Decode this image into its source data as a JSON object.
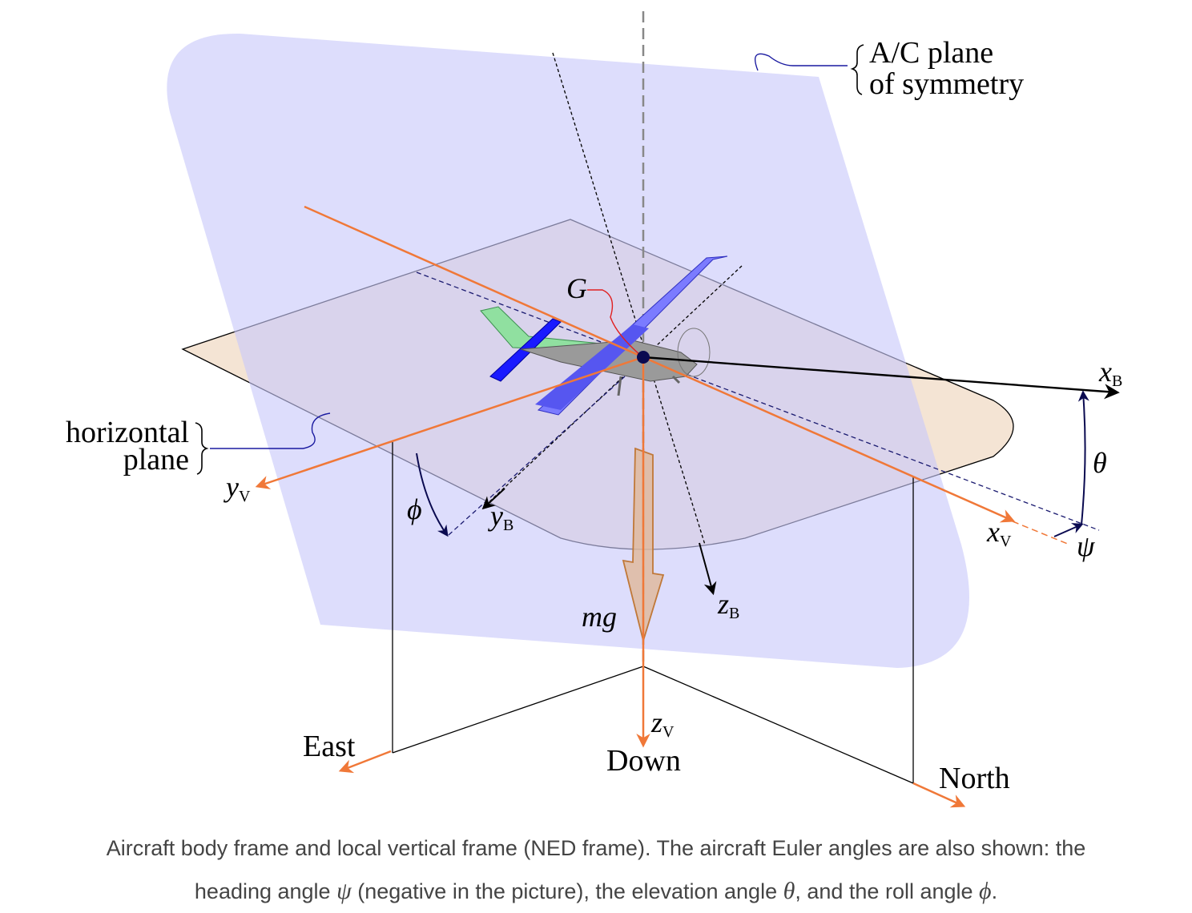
{
  "colors": {
    "symmetry_plane": "#dedefc",
    "horizontal_plane": "#f4e4d4",
    "vertical_frame_axes": "#f07838",
    "body_axes": "#000000",
    "wing": "#7b7bff",
    "tail_fin": "#90e0a0",
    "fuselage": "#9a9a9a",
    "weight_arrow_fill": "#e0b898",
    "weight_arrow_stroke": "#c07838",
    "pointer_line": "#1a1aa0",
    "cg_leader": "#e02020",
    "cg_point": "#0a0a50",
    "caption_text": "#444444"
  },
  "labels": {
    "symmetry_plane_line1": "A/C plane",
    "symmetry_plane_line2": "of symmetry",
    "horizontal_plane_line1": "horizontal",
    "horizontal_plane_line2": "plane",
    "cg": "G",
    "weight": "mg",
    "east": "East",
    "down": "Down",
    "north": "North"
  },
  "axes": {
    "xB": {
      "base": "x",
      "sub": "B"
    },
    "yB": {
      "base": "y",
      "sub": "B"
    },
    "zB": {
      "base": "z",
      "sub": "B"
    },
    "xV": {
      "base": "x",
      "sub": "V"
    },
    "yV": {
      "base": "y",
      "sub": "V"
    },
    "zV": {
      "base": "z",
      "sub": "V"
    }
  },
  "angles": {
    "theta": "θ",
    "phi": "ϕ",
    "psi": "ψ"
  },
  "caption": {
    "part1": "Aircraft body frame and local vertical frame (NED frame). The aircraft Euler angles are also shown: the",
    "part2": "heading angle",
    "psi": "ψ",
    "part3": "(negative in the picture), the elevation angle",
    "theta": "θ",
    "part4": ", and the roll angle",
    "phi": "ϕ",
    "part5": "."
  }
}
